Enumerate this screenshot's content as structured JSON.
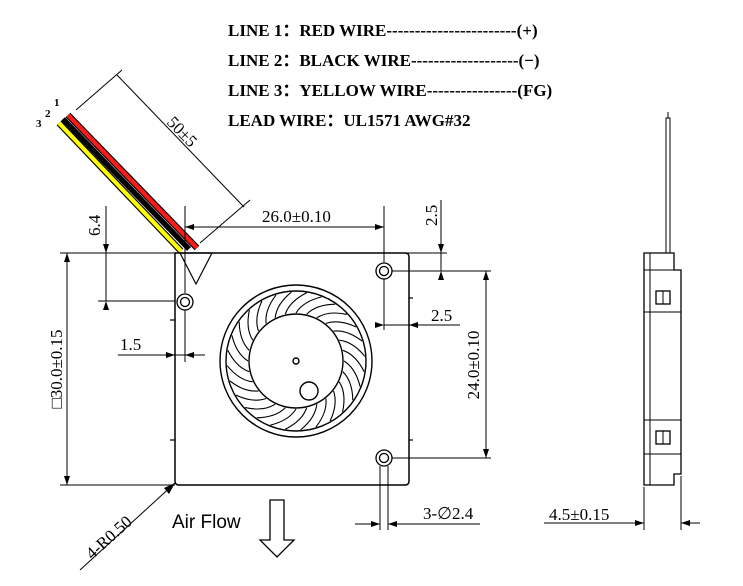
{
  "notes": [
    "LINE 1：RED WIRE-----------------------(+)",
    "LINE 2：BLACK WIRE-------------------(−)",
    "LINE 3：YELLOW WIRE----------------(FG)",
    "LEAD WIRE：UL1571 AWG#32"
  ],
  "wire_numbers": [
    "1",
    "2",
    "3"
  ],
  "colors": {
    "line": "#000000",
    "wire_red": "#ff1a1a",
    "wire_black": "#000000",
    "wire_yellow": "#ffff00"
  },
  "dimensions": {
    "lead_length": "50±5",
    "height_64": "6.4",
    "width_260": "26.0±0.10",
    "top_25": "2.5",
    "side_25": "2.5",
    "left_15": "1.5",
    "total_300": "□30.0±0.15",
    "hole_pitch_240": "24.0±0.10",
    "radius": "4-R0.50",
    "holes": "3-∅2.4",
    "thickness": "4.5±0.15"
  },
  "airflow_label": "Air Flow",
  "icons": {
    "airflow": "down-arrow-icon"
  }
}
